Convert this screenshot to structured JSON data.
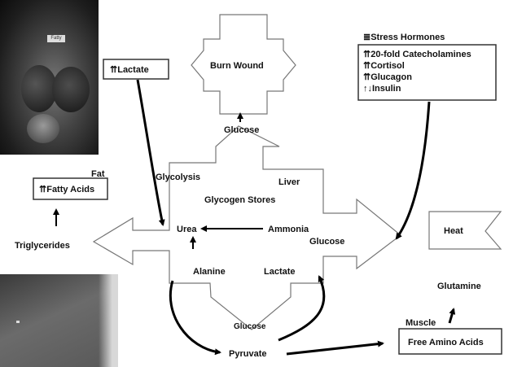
{
  "images": {
    "top_photo": "fat-tissue-photo",
    "top_photo_tag": "Fatty",
    "bottom_photo": "muscle-tissue-photo"
  },
  "boxes": {
    "lactate": {
      "arrows": "⇈",
      "text": "Lactate"
    },
    "fatty_acids": {
      "arrows": "⇈",
      "text": "Fatty Acids"
    },
    "free_amino_acids": {
      "text": "Free Amino Acids"
    }
  },
  "stress": {
    "header_icon": "≣",
    "header": "Stress Hormones",
    "items": [
      {
        "arrows": "⇈",
        "text": "20-fold Catecholamines"
      },
      {
        "arrows": "⇈",
        "text": "Cortisol"
      },
      {
        "arrows": "⇈",
        "text": "Glucagon"
      },
      {
        "arrows": "↑↓",
        "text": "Insulin"
      }
    ]
  },
  "labels": {
    "burn_wound": "Burn Wound",
    "glucose_top": "Glucose",
    "glycolysis": "Glycolysis",
    "liver": "Liver",
    "glycogen_stores": "Glycogen Stores",
    "urea": "Urea",
    "ammonia": "Ammonia",
    "glucose_right": "Glucose",
    "alanine": "Alanine",
    "lactate_center": "Lactate",
    "glucose_bottom": "Glucose",
    "pyruvate": "Pyruvate",
    "fat": "Fat",
    "triglycerides": "Triglycerides",
    "heat": "Heat",
    "glutamine": "Glutamine",
    "muscle": "Muscle"
  }
}
